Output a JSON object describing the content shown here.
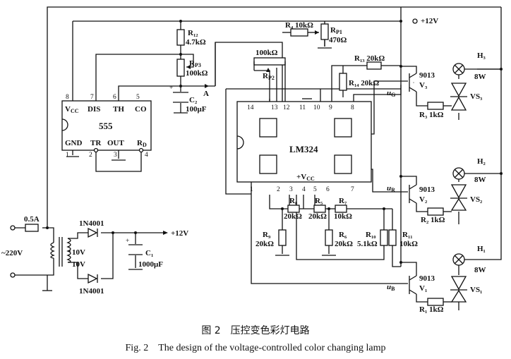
{
  "figure": {
    "caption_cn": "图 2　压控变色彩灯电路",
    "caption_en": "Fig. 2　The design of the voltage-controlled color changing lamp"
  },
  "supply": {
    "top_rail": "+12V",
    "ps_out": "+12V",
    "mains": "~220V",
    "fuse": "0.5A",
    "sec_a": "10V",
    "sec_b": "10V",
    "diode1": "1N4001",
    "diode2": "1N4001",
    "c1_name": "C₁",
    "c1_value": "1000μF"
  },
  "timer": {
    "chip": "555",
    "vcc": "V",
    "vcc_sub": "CC",
    "dis": "DIS",
    "th": "TH",
    "co": "CO",
    "gnd": "GND",
    "tr": "TR",
    "out": "OUT",
    "rd": "R",
    "rd_sub": "D",
    "p8": "8",
    "p7": "7",
    "p6": "6",
    "p5": "5",
    "p1": "1",
    "p2": "2",
    "p3": "3",
    "p4": "4"
  },
  "rc": {
    "r12_name": "R₁₂",
    "r12_value": "4.7kΩ",
    "rp3_name": "R",
    "rp3_sub": "P3",
    "rp3_value": "100kΩ",
    "c2_name": "C₂",
    "c2_value": "100μF",
    "node_a": "A",
    "r4": "R₄ 10kΩ",
    "rp1_name": "R",
    "rp1_sub": "P1",
    "rp1_value": "470Ω",
    "rp2_value": "100kΩ",
    "rp2_name": "R",
    "rp2_sub": "P2"
  },
  "lm324": {
    "chip": "LM324",
    "vcc": "+V",
    "vcc_sub": "CC",
    "p14": "14",
    "p13": "13",
    "p12": "12",
    "p11": "11",
    "p10": "10",
    "p9": "9",
    "p8": "8",
    "p1": "1",
    "p2": "2",
    "p3": "3",
    "p4": "4",
    "p5": "5",
    "p6": "6",
    "p7": "7"
  },
  "divider": {
    "r13": "R₁₃ 20kΩ",
    "r14": "R₁₄ 20kΩ",
    "ug": "u",
    "ug_sub": "G",
    "ur": "u",
    "ur_sub": "R",
    "ub": "u",
    "ub_sub": "B",
    "r8": "R₈",
    "r8v": "20kΩ",
    "r5": "R₅",
    "r5v": "20kΩ",
    "r7": "R₇",
    "r7v": "10kΩ",
    "r9": "R₉",
    "r9v": "20kΩ",
    "r6": "R₆",
    "r6v": "20kΩ",
    "r10": "R₁₀",
    "r10v": "5.1kΩ",
    "r11": "R₁₁",
    "r11v": "10kΩ"
  },
  "drivers": [
    {
      "tr": "9013",
      "v": "V₃",
      "r": "R₃ 1kΩ",
      "lamp": "H₃",
      "lw": "8W",
      "vs": "VS₃"
    },
    {
      "tr": "9013",
      "v": "V₂",
      "r": "R₂ 1kΩ",
      "lamp": "H₂",
      "lw": "8W",
      "vs": "VS₂"
    },
    {
      "tr": "9013",
      "v": "V₁",
      "r": "R₁ 1kΩ",
      "lamp": "H₁",
      "lw": "8W",
      "vs": "VS₁"
    }
  ]
}
